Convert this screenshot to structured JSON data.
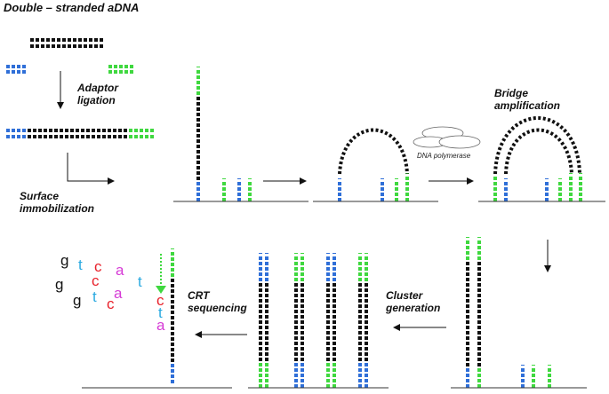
{
  "labels": {
    "title": "Double – stranded aDNA",
    "adaptor_line1": "Adaptor",
    "adaptor_line2": "ligation",
    "surface_line1": "Surface",
    "surface_line2": "immobilization",
    "bridge_line1": "Bridge",
    "bridge_line2": "amplification",
    "polymerase": "DNA polymerase",
    "cluster_line1": "Cluster",
    "cluster_line2": "generation",
    "crt_line1": "CRT",
    "crt_line2": "sequencing"
  },
  "letters": [
    {
      "char": "g",
      "color": "#111111"
    },
    {
      "char": "t",
      "color": "#2aa9e0"
    },
    {
      "char": "c",
      "color": "#e8202a"
    },
    {
      "char": "g",
      "color": "#111111"
    },
    {
      "char": "c",
      "color": "#e8202a"
    },
    {
      "char": "a",
      "color": "#d63bd6"
    },
    {
      "char": "t",
      "color": "#2aa9e0"
    },
    {
      "char": "g",
      "color": "#111111"
    },
    {
      "char": "t",
      "color": "#2aa9e0"
    },
    {
      "char": "a",
      "color": "#d63bd6"
    },
    {
      "char": "c",
      "color": "#e8202a"
    },
    {
      "char": "c",
      "color": "#e8202a"
    },
    {
      "char": "t",
      "color": "#2aa9e0"
    },
    {
      "char": "a",
      "color": "#d63bd6"
    }
  ],
  "colors": {
    "dna_strand": "#111111",
    "adaptor_blue": "#2f6fd8",
    "adaptor_green": "#3fd83f",
    "surface_line": "#333333"
  }
}
